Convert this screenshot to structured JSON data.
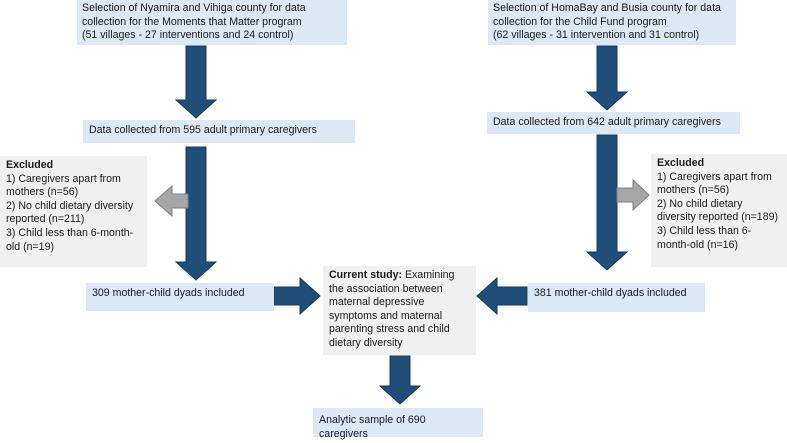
{
  "diagram": {
    "left": {
      "selection": "Selection of Nyamira and Vihiga county for data\ncollection for the Moments that Matter program\n(51 villages - 27 interventions and 24 control)",
      "collected": "Data collected from 595 adult primary caregivers",
      "excluded_title": "Excluded",
      "excluded_body": "1) Caregivers apart from\nmothers (n=56)\n2) No child dietary diversity\nreported (n=211)\n3) Child less than 6-month-\nold (n=19)",
      "included": "309 mother-child dyads included"
    },
    "right": {
      "selection": "Selection of HomaBay and Busia county for data\ncollection for the Child Fund program\n(62 villages - 31 intervention and 31 control)",
      "collected": "Data collected from 642 adult primary caregivers",
      "excluded_title": "Excluded",
      "excluded_body": "1) Caregivers apart from\nmothers (n=56)\n2) No child dietary\ndiversity reported (n=189)\n3) Child less than 6-\nmonth-old (n=16)",
      "included": "381 mother-child dyads included"
    },
    "current_study": {
      "label": "Current study:",
      "text": "Examining\nthe association between\nmaternal depressive\nsymptoms and maternal\nparenting stress and child\ndietary diversity"
    },
    "final": "Analytic sample of 690 caregivers",
    "colors": {
      "box_blue": "#dce8f6",
      "box_gray": "#f0f0f0",
      "arrow_blue": "#1f4e79",
      "arrow_gray": "#a6a6a6"
    }
  }
}
